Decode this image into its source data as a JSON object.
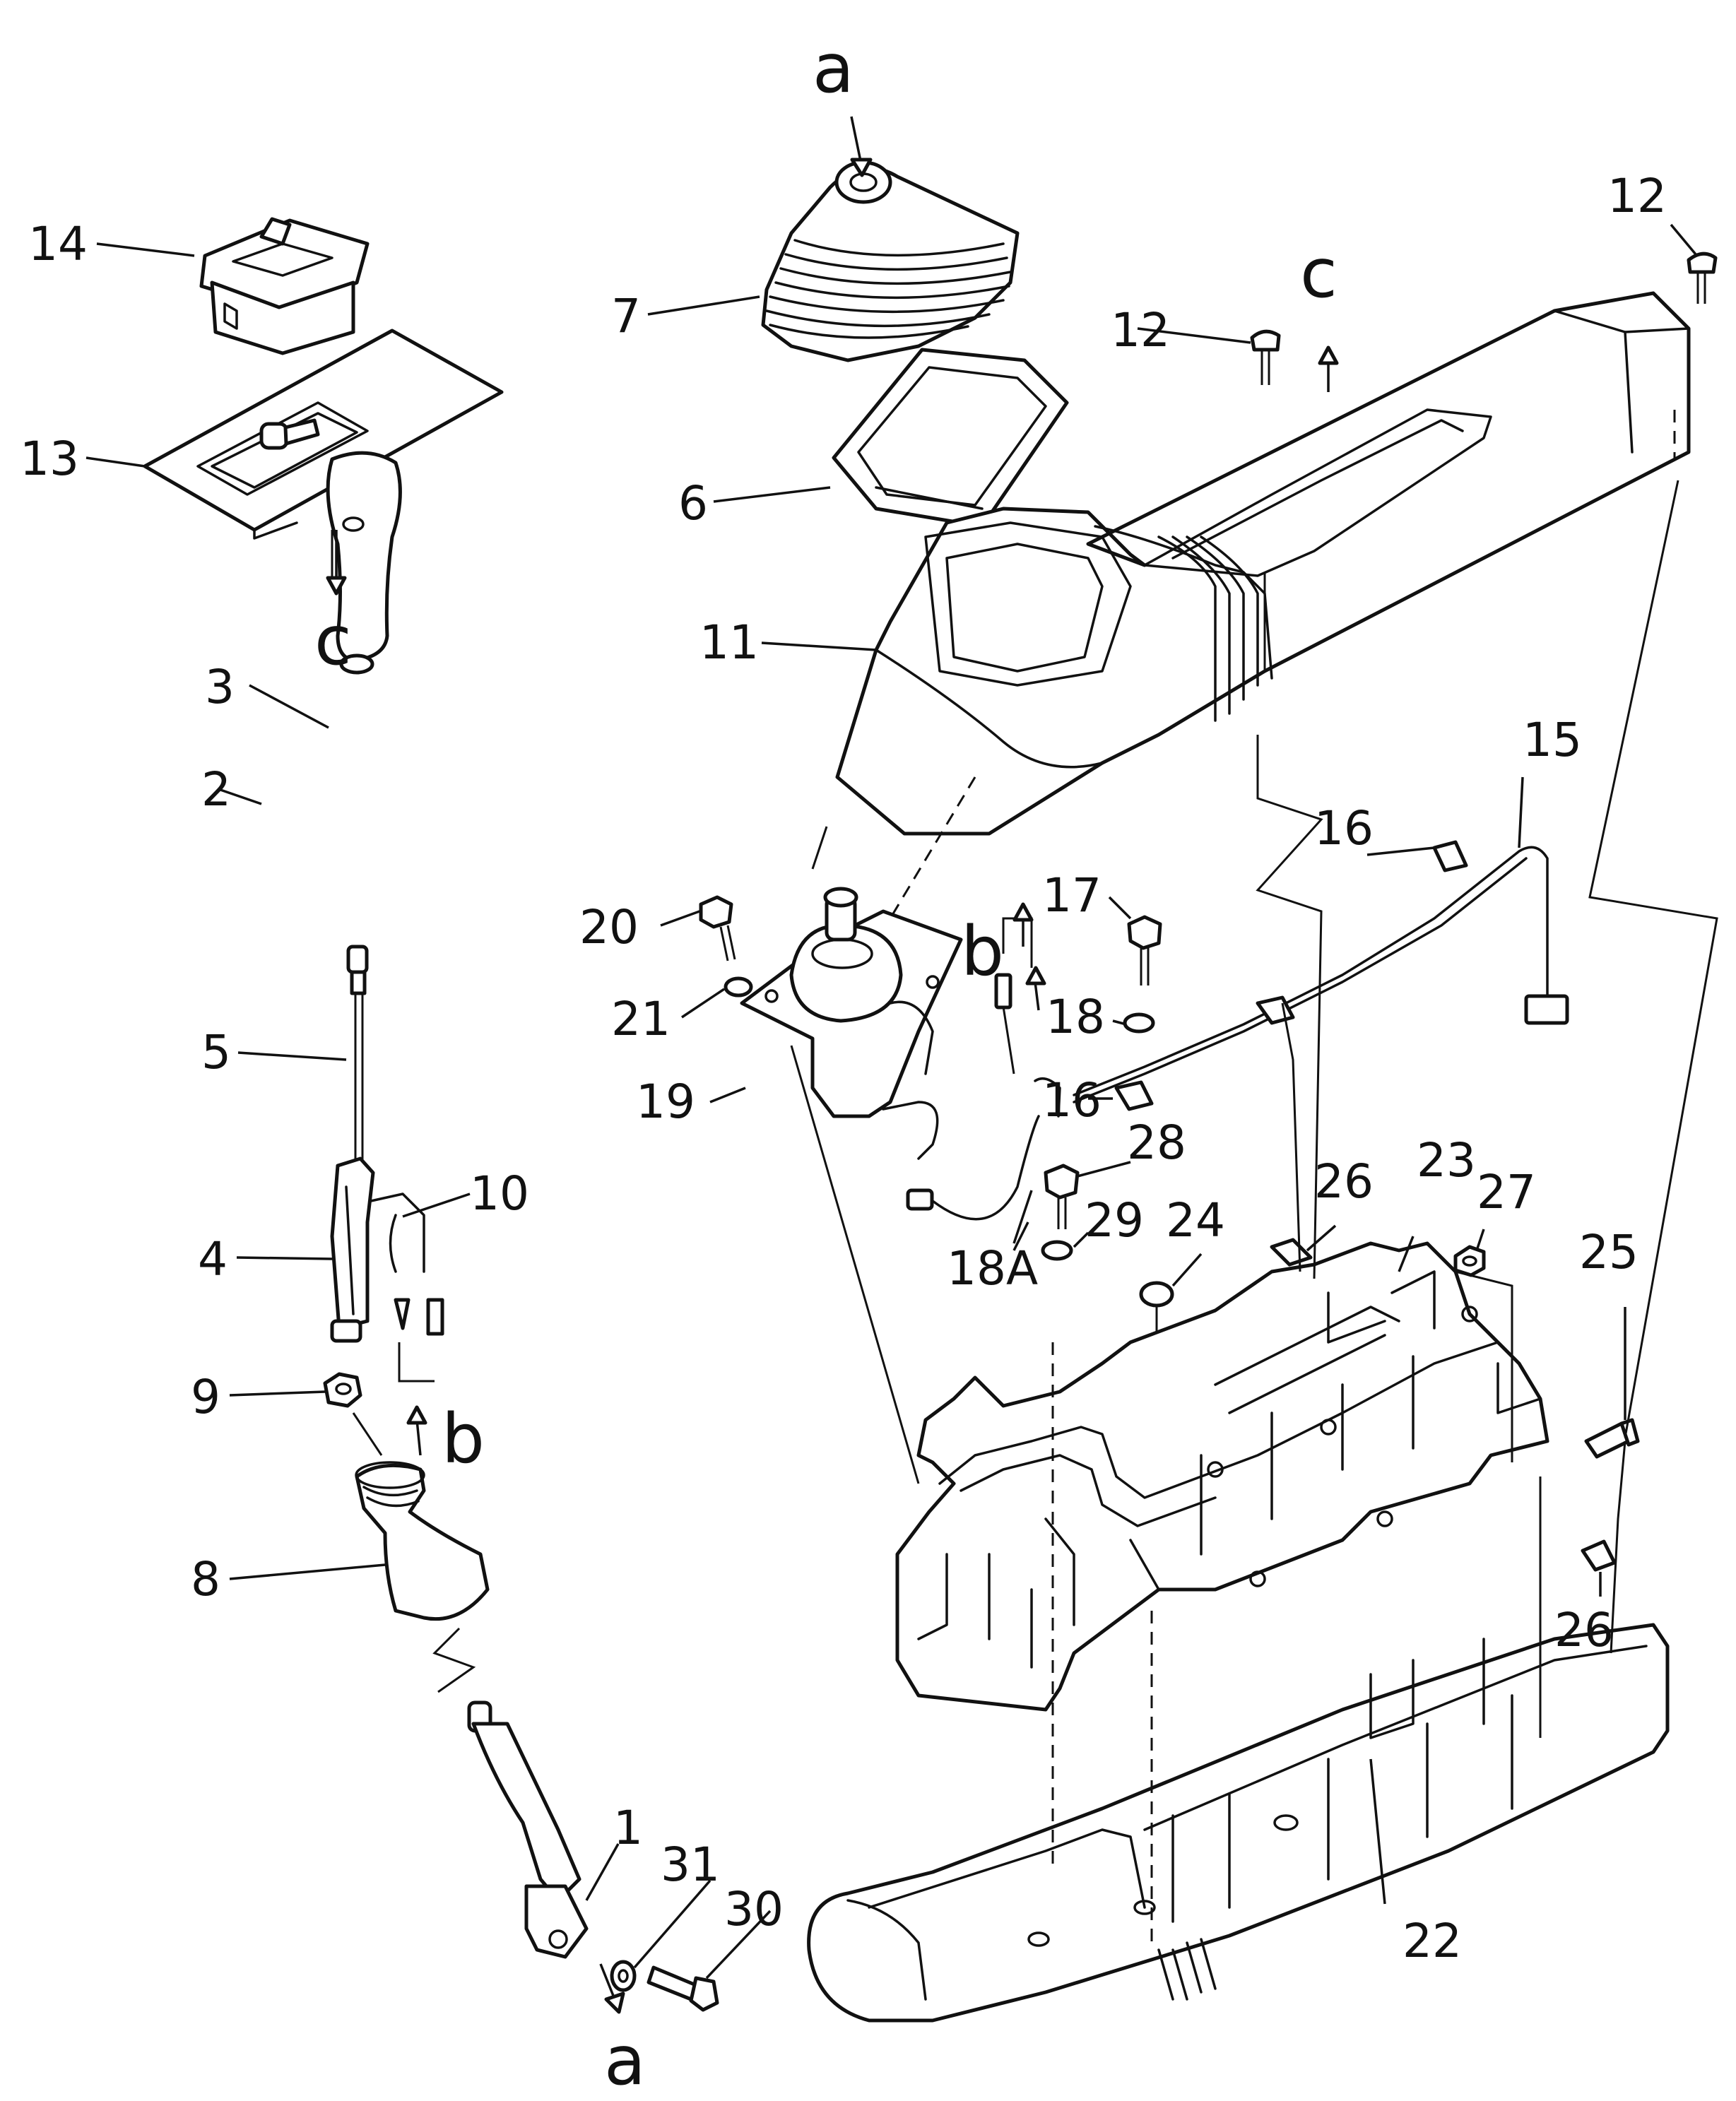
{
  "diagram": {
    "colors": {
      "ink": "#111111",
      "paper": "#ffffff"
    },
    "callouts": {
      "p1": "1",
      "p2": "2",
      "p3": "3",
      "p4": "4",
      "p5": "5",
      "p6": "6",
      "p7": "7",
      "p8": "8",
      "p9": "9",
      "p10": "10",
      "p11": "11",
      "p12a": "12",
      "p12b": "12",
      "p13": "13",
      "p14": "14",
      "p15": "15",
      "p16a": "16",
      "p16b": "16",
      "p17": "17",
      "p18": "18",
      "p18A": "18A",
      "p19": "19",
      "p20": "20",
      "p21": "21",
      "p22": "22",
      "p23": "23",
      "p24": "24",
      "p25": "25",
      "p26a": "26",
      "p26b": "26",
      "p27": "27",
      "p28": "28",
      "p29": "29",
      "p30": "30",
      "p31": "31"
    },
    "connection_letters": {
      "a_top": "a",
      "a_bottom": "a",
      "b_top": "b",
      "b_left": "b",
      "c_top": "c",
      "c_left": "c"
    }
  }
}
